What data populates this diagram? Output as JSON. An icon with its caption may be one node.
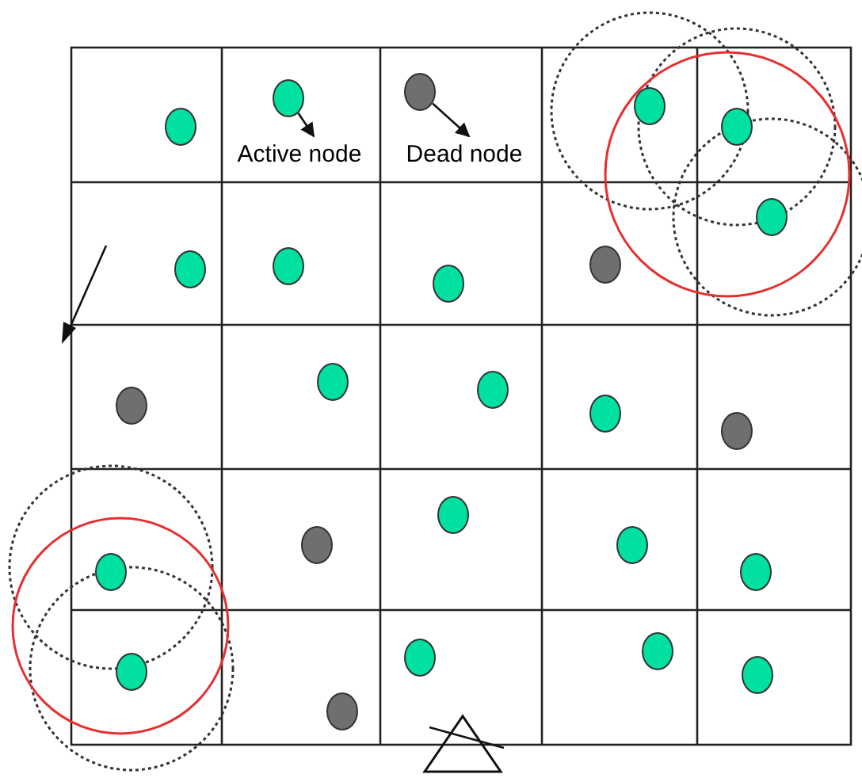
{
  "diagram": {
    "nodes": [
      {
        "text": [
          "Active node"
        ]
      },
      {
        "text": [
          "Dead node"
        ]
      },
      {
        "text": [],
        "shape": "circle"
      },
      {
        "text": [],
        "shape": "circle"
      },
      {
        "text": [],
        "shape": "circle"
      },
      {
        "text": [],
        "shape": "circle"
      },
      {
        "text": [],
        "shape": "circle"
      },
      {
        "text": [],
        "shape": "circle"
      },
      {
        "text": [],
        "shape": "circle"
      },
      {
        "text": [],
        "shape": "circle"
      },
      {
        "text": [],
        "shape": "circle"
      },
      {
        "text": [],
        "shape": "circle"
      },
      {
        "text": [],
        "shape": "circle"
      },
      {
        "text": [],
        "shape": "circle"
      },
      {
        "text": [],
        "shape": "circle"
      },
      {
        "text": [],
        "shape": "circle"
      },
      {
        "text": [],
        "shape": "circle"
      },
      {
        "text": [],
        "shape": "circle"
      },
      {
        "text": [],
        "shape": "circle"
      },
      {
        "text": [],
        "shape": "circle"
      },
      {
        "text": [],
        "shape": "circle"
      },
      {
        "text": [],
        "shape": "circle"
      },
      {
        "text": [],
        "shape": "circle"
      },
      {
        "text": [],
        "shape": "circle"
      },
      {
        "text": [],
        "shape": "circle"
      },
      {
        "text": [],
        "shape": "circle"
      },
      {
        "text": [],
        "shape": "circle"
      }
    ],
    "edges": [
      {
        "from": 3,
        "to": 0,
        "arrow": "to"
      },
      {
        "from": 4,
        "to": 1,
        "arrow": "to"
      }
    ]
  }
}
